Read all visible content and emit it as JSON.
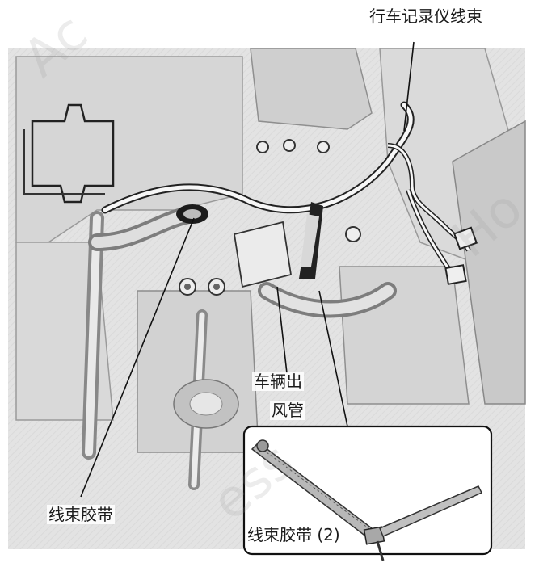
{
  "labels": {
    "dashcam_harness": "行车记录仪线束",
    "vehicle_outlet_line1": "车辆出",
    "vehicle_outlet_line2": "风管",
    "harness_tie": "线束胶带",
    "harness_tie_detail": "线束胶带 (2)"
  },
  "watermark": {
    "top_left": "Ac",
    "right": "Ho",
    "bottom": "ess"
  }
}
